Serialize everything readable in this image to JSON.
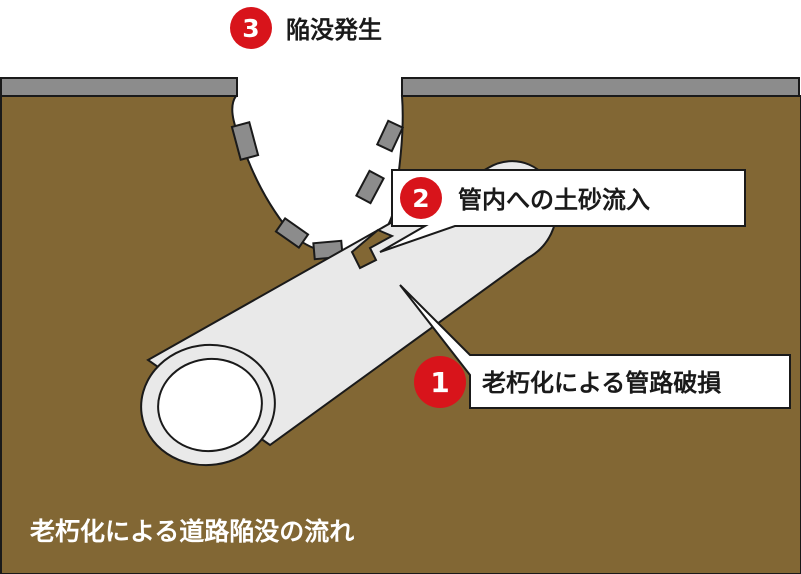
{
  "steps": [
    {
      "number": "1",
      "label": "老朽化による管路破損"
    },
    {
      "number": "2",
      "label": "管内への土砂流入"
    },
    {
      "number": "3",
      "label": "陥没発生"
    }
  ],
  "footer": {
    "caption": "老朽化による道路陥没の流れ"
  },
  "colors": {
    "soil": "#826734",
    "road": "#8c8c8c",
    "pipe": "#e9e9e9",
    "badge": "#d8141b",
    "outline": "#1a1a1a"
  }
}
